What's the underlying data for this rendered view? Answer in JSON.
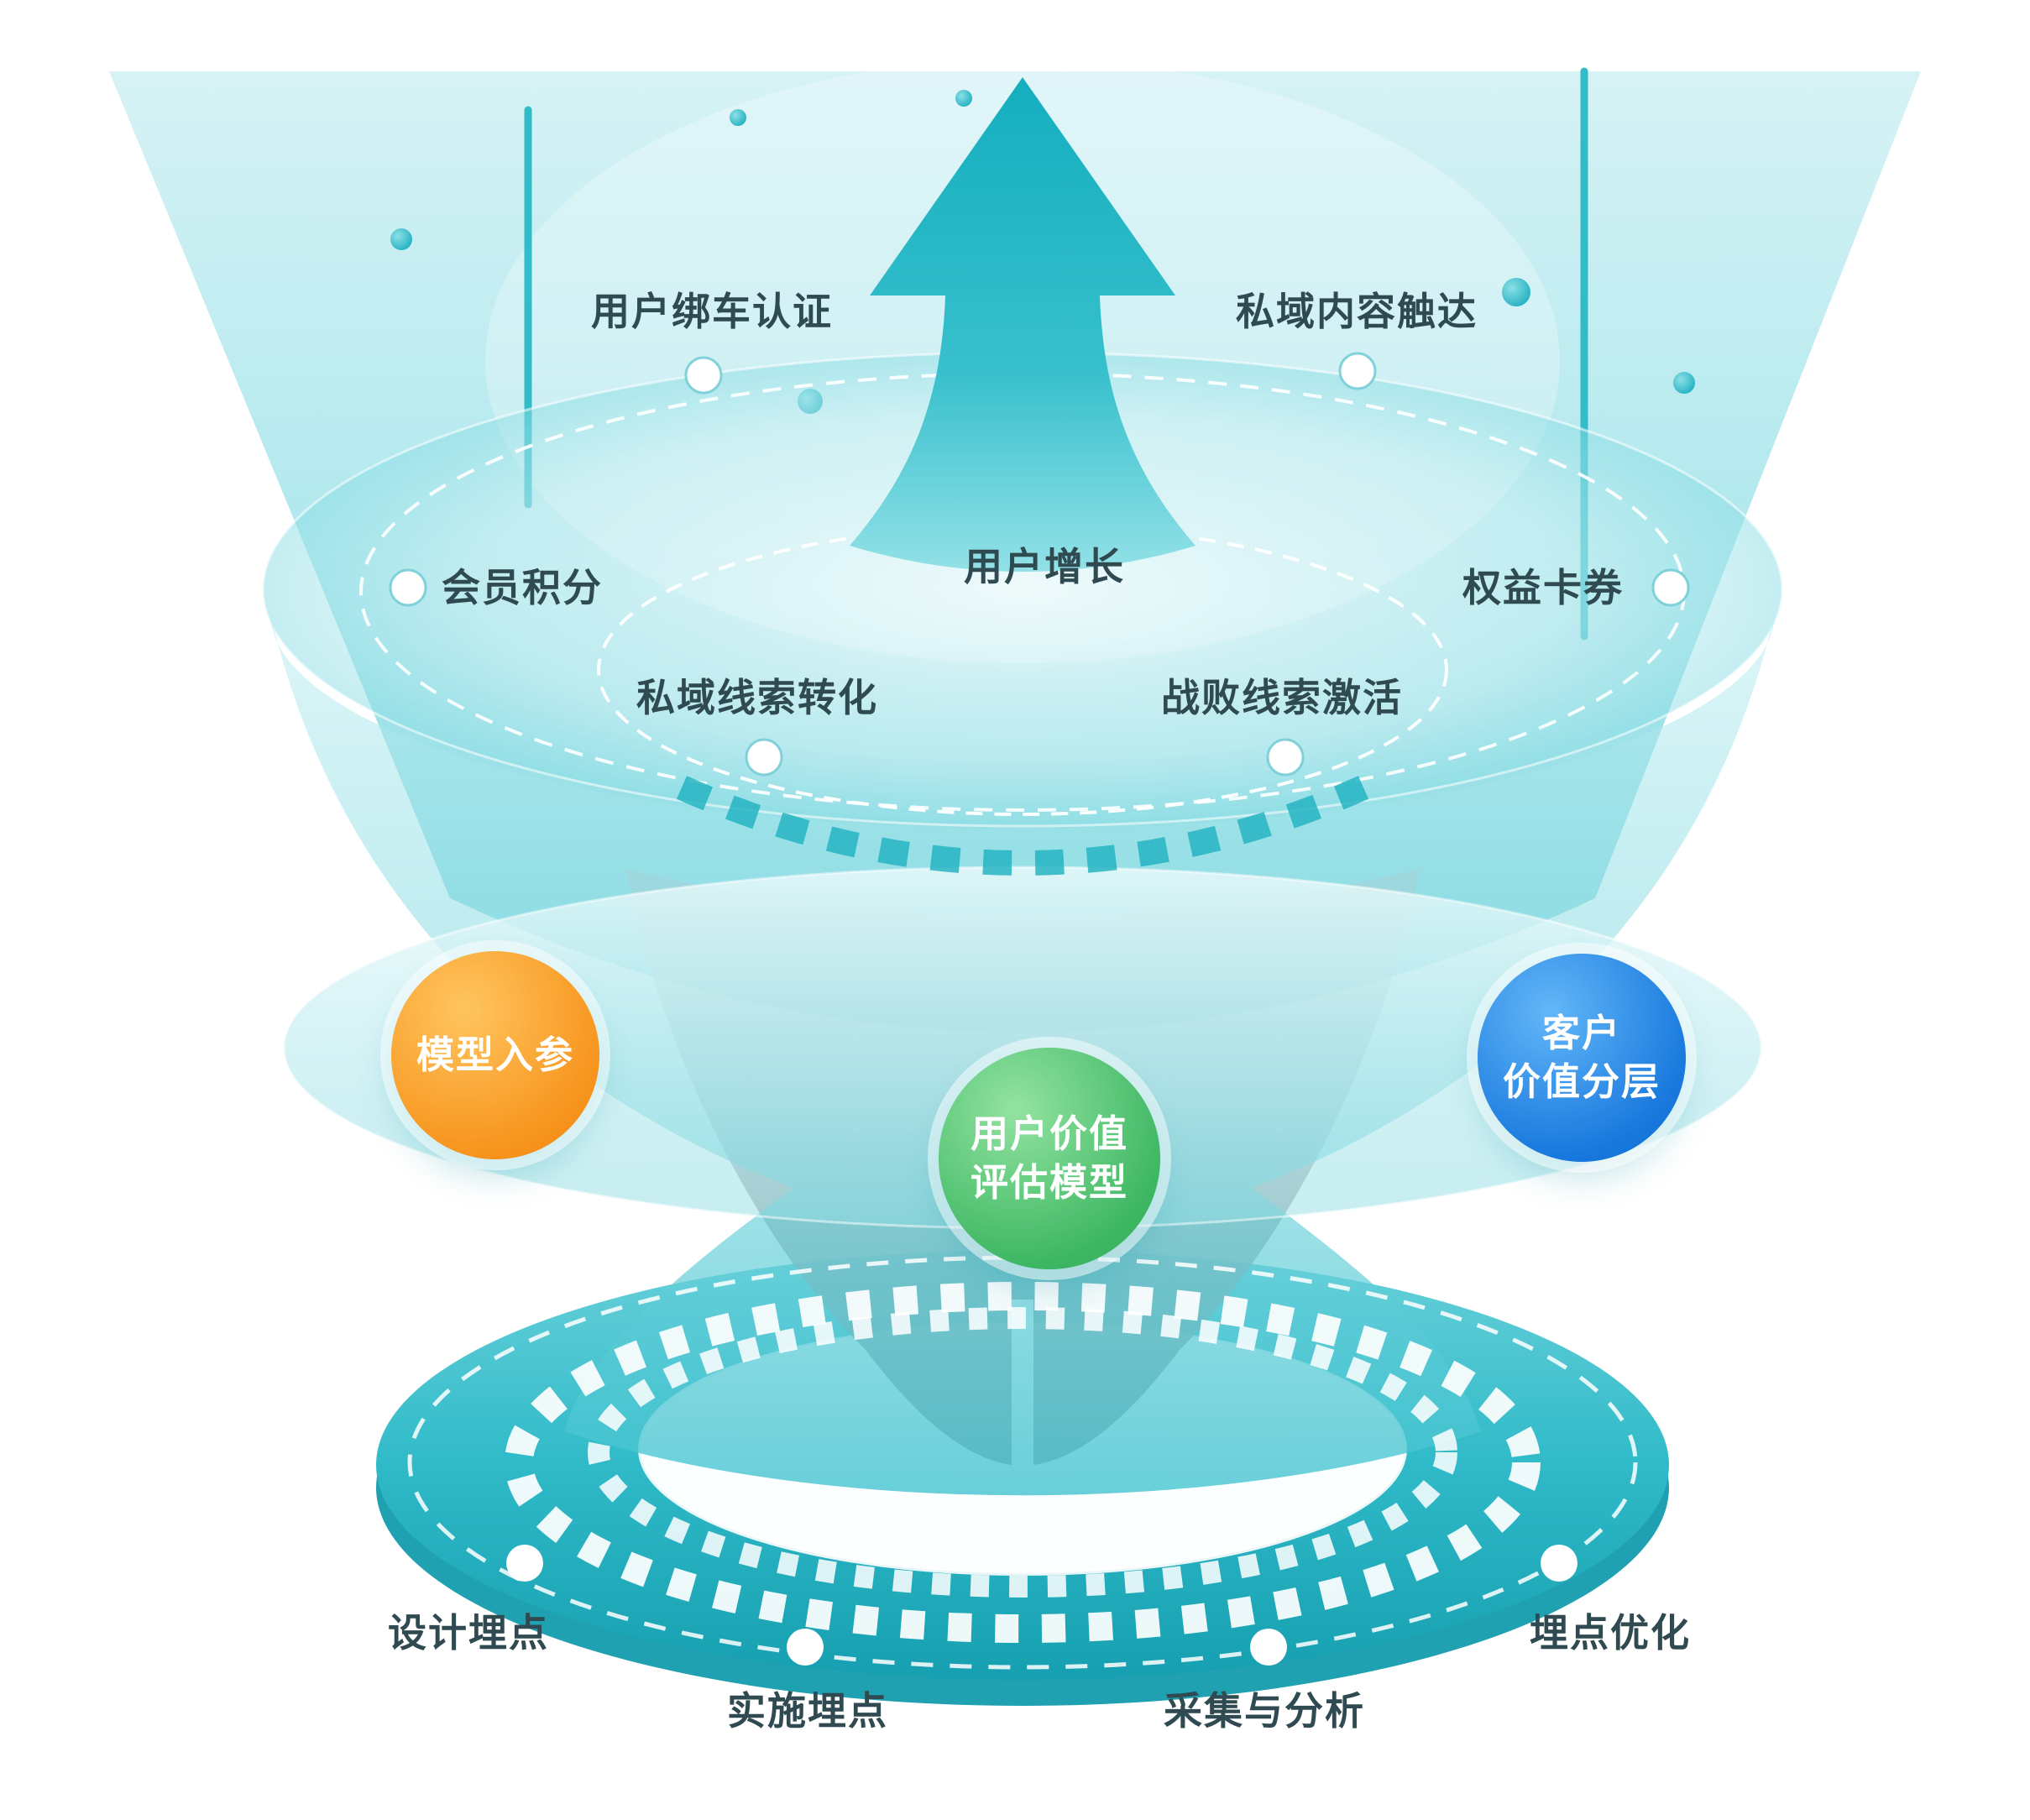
{
  "diagram_type": "user-growth-funnel",
  "stage_top": {
    "labels": [
      {
        "id": "user-car-binding",
        "text": "用户绑车认证"
      },
      {
        "id": "private-content-reach",
        "text": "私域内容触达"
      },
      {
        "id": "member-points",
        "text": "会员积分"
      },
      {
        "id": "user-growth",
        "text": "用户增长"
      },
      {
        "id": "rights-coupons",
        "text": "权益卡券"
      },
      {
        "id": "private-lead-conversion",
        "text": "私域线索转化"
      },
      {
        "id": "lost-lead-activation",
        "text": "战败线索激活"
      }
    ]
  },
  "model_nodes": [
    {
      "id": "model-input",
      "text": "模型入参",
      "color": "#f7941d"
    },
    {
      "id": "user-value-model",
      "text": "用户价值\n评估模型",
      "color": "#3eb763"
    },
    {
      "id": "customer-value-layering",
      "text": "客户\n价值分层",
      "color": "#1878dd"
    }
  ],
  "stage_bottom": {
    "labels": [
      {
        "id": "design-tracking",
        "text": "设计埋点"
      },
      {
        "id": "implement-tracking",
        "text": "实施埋点"
      },
      {
        "id": "collect-analyze",
        "text": "采集与分析"
      },
      {
        "id": "tracking-optimization",
        "text": "埋点优化"
      }
    ]
  },
  "icons": {
    "arrow": "up-arrow",
    "marker": "dot-marker",
    "bubble": "bubble-dot"
  },
  "colors": {
    "teal_primary": "#2bb9c7",
    "teal_dark": "#169fb0",
    "teal_light": "#bdeef2",
    "cone_gray": "#9aa2a5",
    "orange_node": "#f7941d",
    "green_node": "#3eb763",
    "blue_node": "#1878dd",
    "label_text": "#2f4a50",
    "node_text": "#ffffff"
  }
}
